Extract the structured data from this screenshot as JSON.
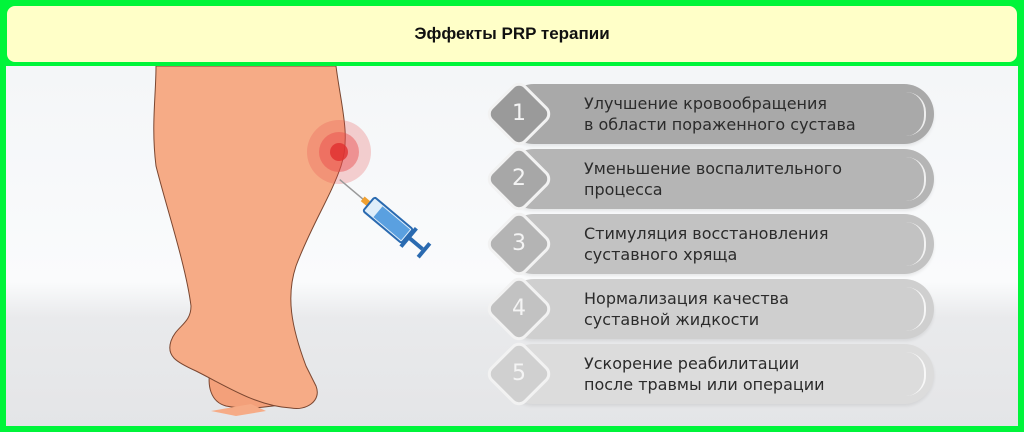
{
  "header": {
    "title": "Эффекты PRP терапии"
  },
  "effects": [
    {
      "number": "1",
      "line1": "Улучшение кровообращения",
      "line2": "в области пораженного сустава",
      "color": "#a9a9a9"
    },
    {
      "number": "2",
      "line1": "Уменьшение воспалительного",
      "line2": "процесса",
      "color": "#b5b5b5"
    },
    {
      "number": "3",
      "line1": "Стимуляция восстановления",
      "line2": "суставного хряща",
      "color": "#c2c2c2"
    },
    {
      "number": "4",
      "line1": "Нормализация качества",
      "line2": "суставной жидкости",
      "color": "#cfcfcf"
    },
    {
      "number": "5",
      "line1": "Ускорение реабилитации",
      "line2": "после травмы или операции",
      "color": "#dcdcdc"
    }
  ]
}
